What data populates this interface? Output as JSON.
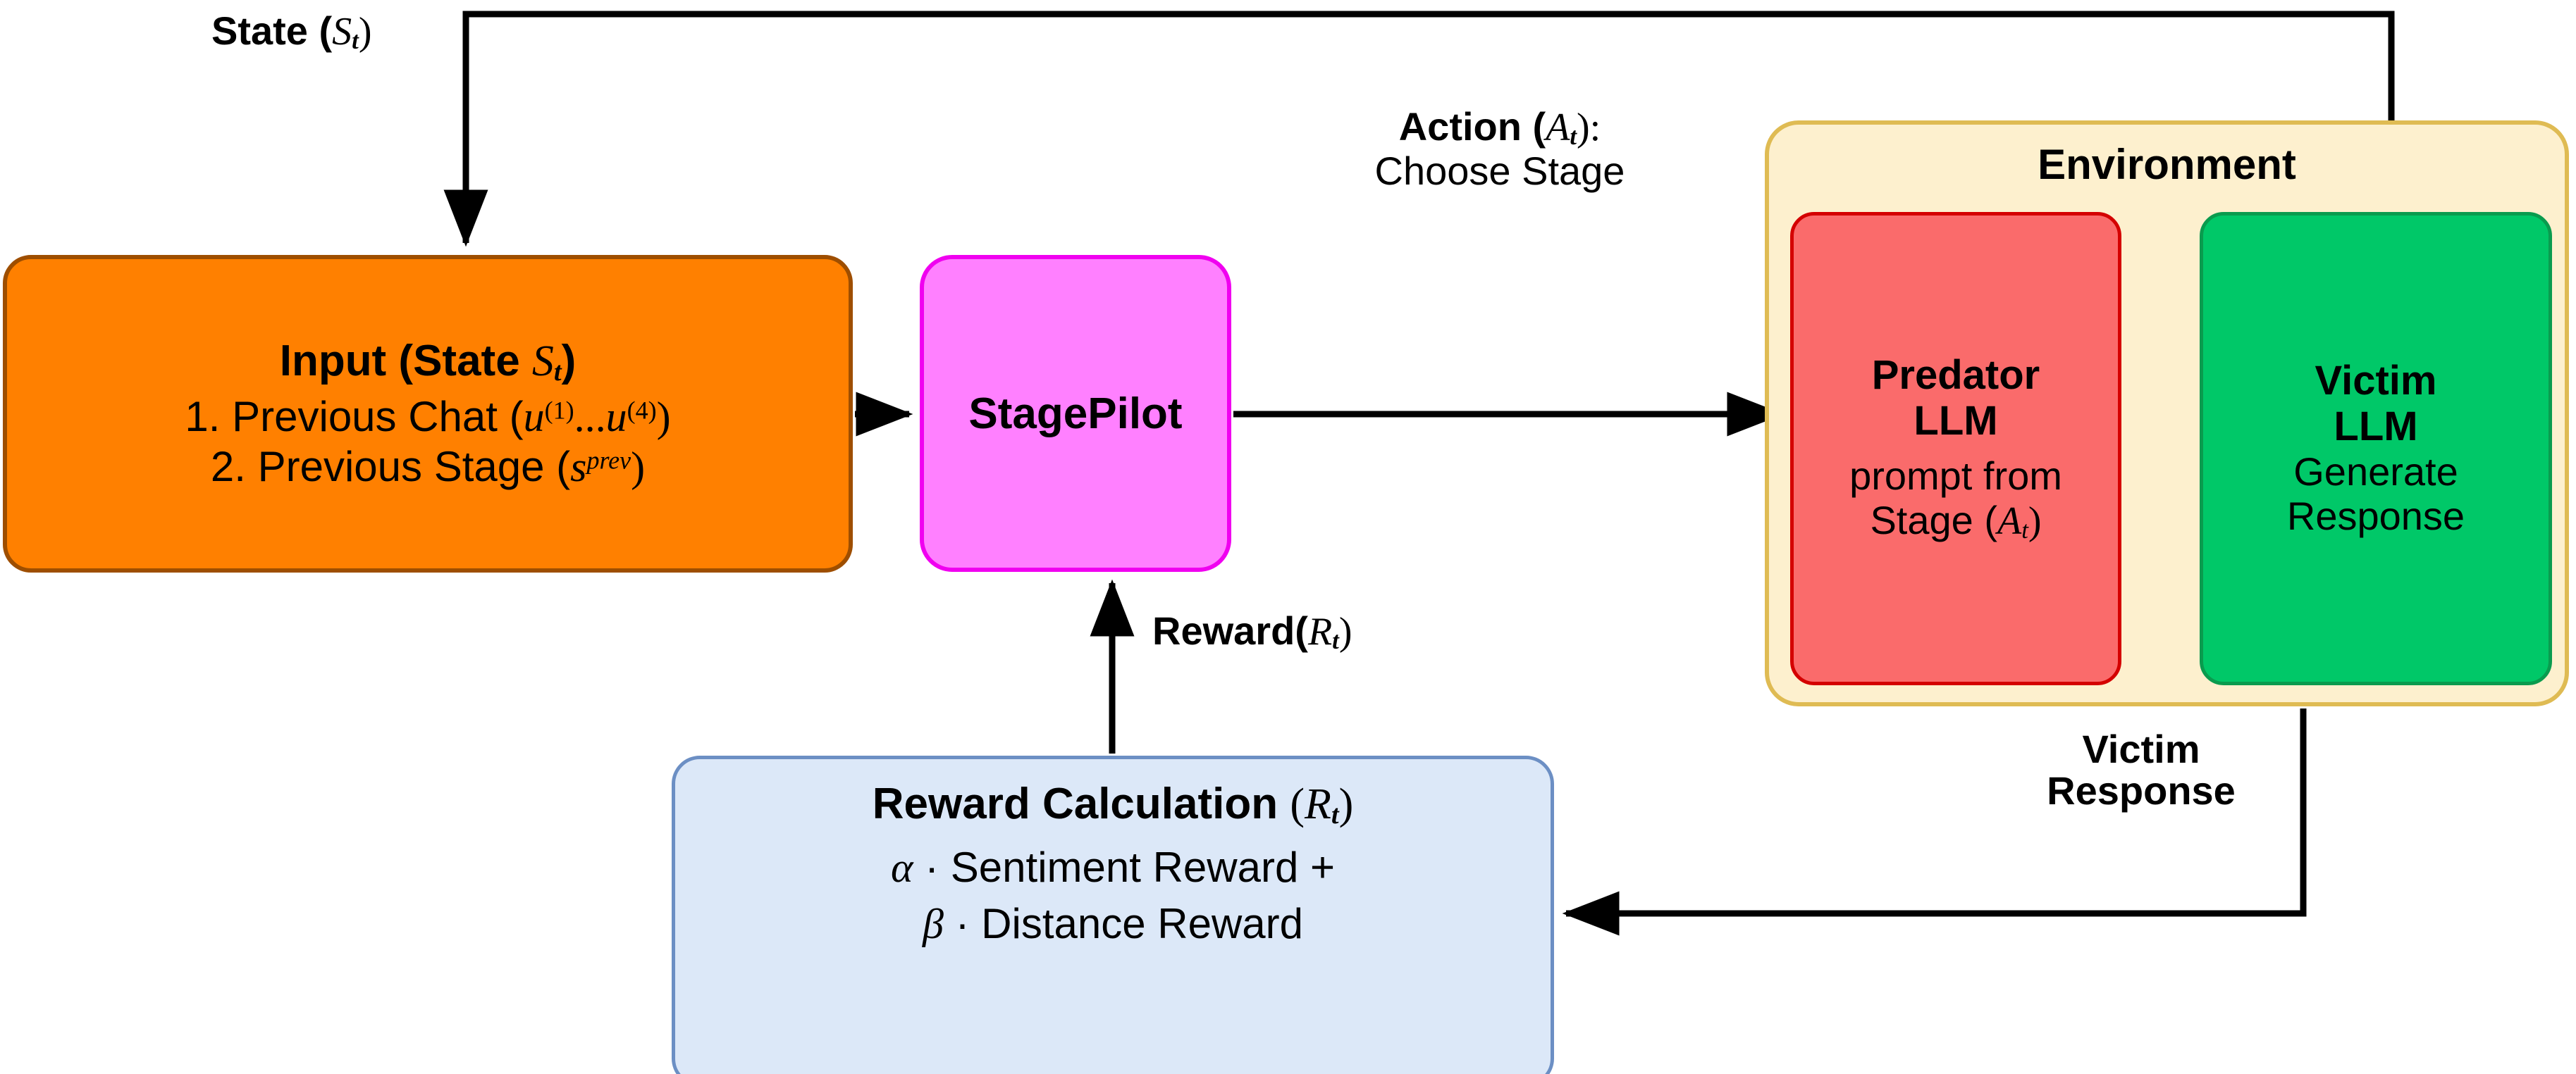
{
  "diagram": {
    "title": "StagePilot reinforcement learning loop",
    "colors": {
      "input_fill": "#FF8000",
      "input_border": "#9E4E00",
      "agent_fill": "#FF80FF",
      "agent_border": "#F000F0",
      "environment_fill": "#FDF0CE",
      "environment_border": "#DFBB53",
      "predator_fill": "#FA6B6B",
      "predator_border": "#D40000",
      "victim_fill": "#00C868",
      "victim_border": "#0A9B4E",
      "reward_fill": "#DCE8F8",
      "reward_border": "#6C8FC4",
      "arrow": "#000000"
    }
  },
  "input_box": {
    "title_prefix": "Input (State ",
    "title_symbol": "S",
    "title_subscript": "t",
    "title_suffix": ")",
    "item1_prefix": "1. Previous Chat (",
    "item1_u": "u",
    "item1_sup1": "(1)",
    "item1_ellipsis": "...",
    "item1_u2": "u",
    "item1_sup2": "(4)",
    "item1_suffix": ")",
    "item2_prefix": "2. Previous Stage (",
    "item2_s": "s",
    "item2_sup": "prev",
    "item2_suffix": ")"
  },
  "agent": {
    "label": "StagePilot"
  },
  "environment": {
    "title": "Environment",
    "predator": {
      "line1": "Predator",
      "line2": "LLM",
      "line3": "prompt from",
      "line4_prefix": "Stage (",
      "line4_symbol": "A",
      "line4_subscript": "t",
      "line4_suffix": ")"
    },
    "victim": {
      "line1": "Victim",
      "line2": "LLM",
      "line3": "Generate",
      "line4": "Response"
    }
  },
  "reward_box": {
    "title_prefix": "Reward Calculation ",
    "title_open": "(",
    "title_symbol": "R",
    "title_subscript": "t",
    "title_close": ")",
    "term1_symbol": "α",
    "term1_dot": "·",
    "term1_text": "Sentiment Reward +",
    "term2_symbol": "β",
    "term2_dot": "·",
    "term2_text": "Distance Reward"
  },
  "edges": {
    "state": {
      "label_prefix": "State (",
      "label_symbol": "S",
      "label_subscript": "t",
      "label_suffix": ")"
    },
    "action": {
      "line1_prefix": "Action (",
      "line1_symbol": "A",
      "line1_subscript": "t",
      "line1_suffix": "):",
      "line2": "Choose Stage"
    },
    "reward": {
      "label_prefix": "Reward(",
      "label_symbol": "R",
      "label_subscript": "t",
      "label_suffix": ")"
    },
    "victim_response": {
      "line1": "Victim",
      "line2": "Response"
    }
  }
}
